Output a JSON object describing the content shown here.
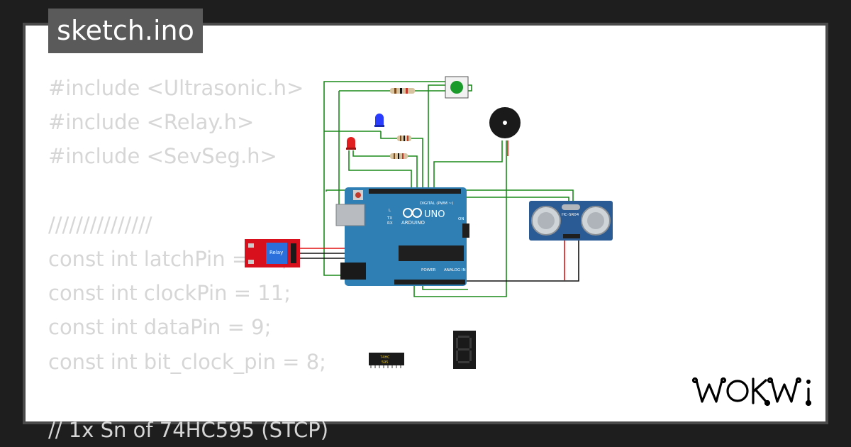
{
  "title": "sketch.ino",
  "code_lines": [
    "#include <Ultrasonic.h>",
    "#include <Relay.h>",
    "#include <SevSeg.h>",
    "",
    "///////////////",
    "const int latchPin = 12;",
    "const int clockPin = 11;",
    "const int dataPin = 9;",
    "const int bit_clock_pin = 8;",
    "",
    "// 1x Sn of 74HC595 (STCP)"
  ],
  "components": {
    "arduino": {
      "board_name": "UNO",
      "brand": "ARDUINO",
      "digital_label": "DIGITAL (PWM ~)",
      "power_label": "POWER",
      "analog_label": "ANALOG IN",
      "on_label": "ON",
      "l_label": "L",
      "tx_label": "TX",
      "rx_label": "RX"
    },
    "ultrasonic": {
      "model": "HC-SR04"
    },
    "relay": {
      "label": "Relay"
    },
    "shift_register": {
      "label_line1": "74HC",
      "label_line2": "595"
    }
  },
  "colors": {
    "background": "#1e1e1e",
    "card": "#ffffff",
    "code_text": "#d6d6d6",
    "wire_green": "#1a8a1a",
    "wire_red": "#e01010",
    "wire_black": "#111111",
    "arduino_board": "#2f7fb5",
    "relay_board": "#d8101e",
    "sensor_board": "#2a5b94"
  },
  "brand": "WOKWi"
}
